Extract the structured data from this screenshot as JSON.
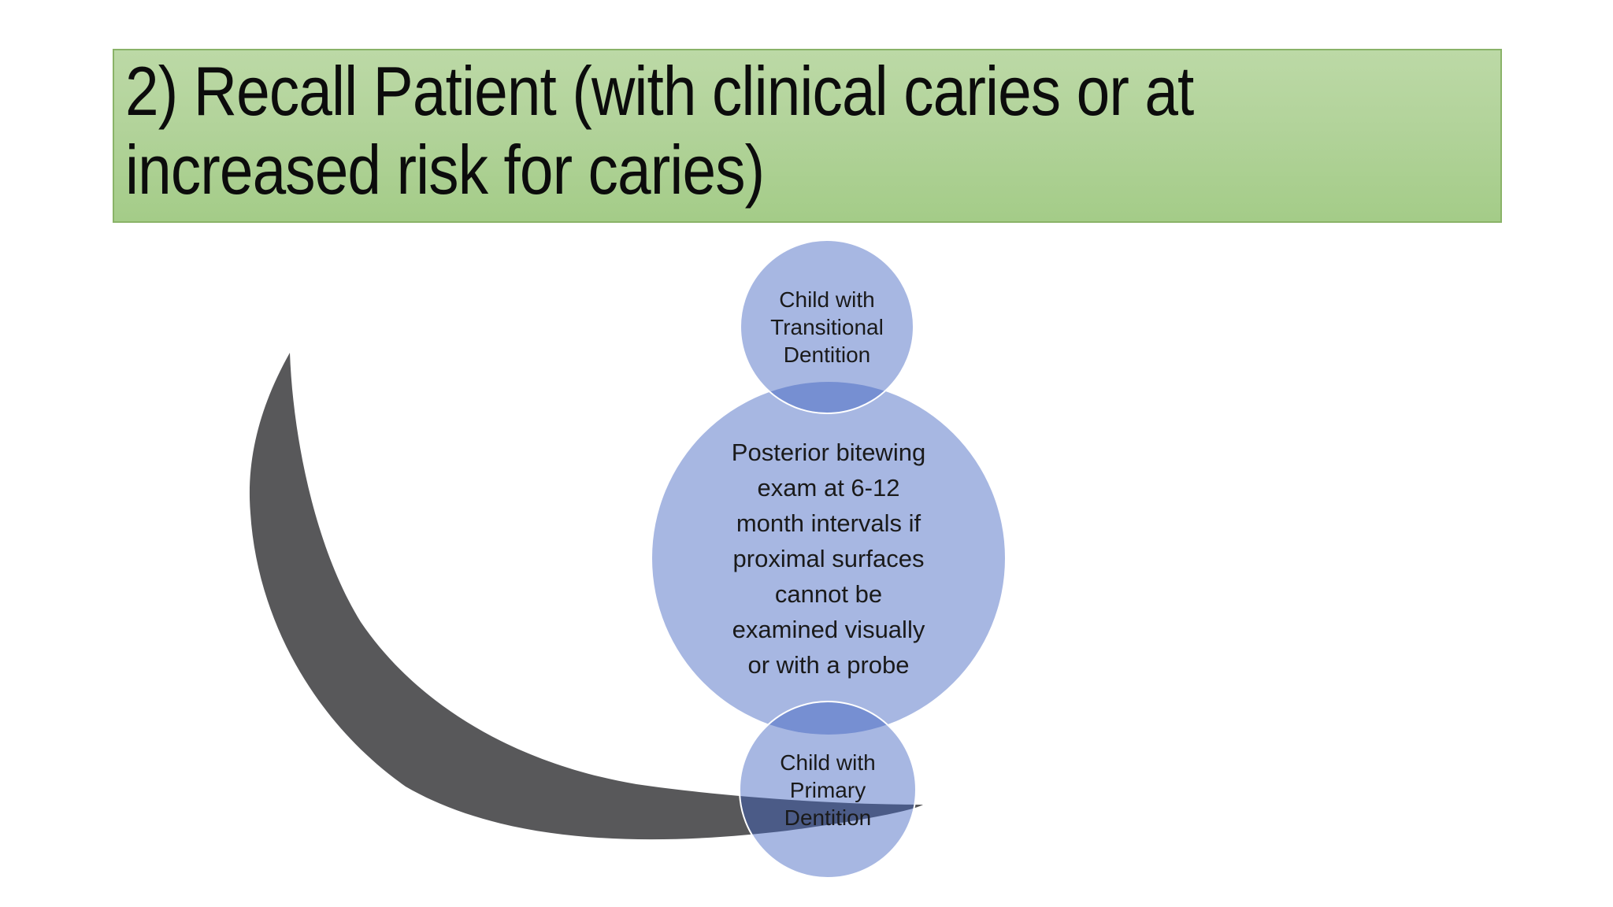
{
  "slide": {
    "title_lines": [
      "2) Recall Patient (with clinical caries or at",
      "increased risk for caries)"
    ],
    "colors": {
      "background": "#ffffff",
      "title_fill_top": "#bcd9a6",
      "title_fill_bottom": "#a4cc88",
      "title_border": "#8ab368",
      "title_text": "#0c0c0c",
      "circle_fill_rgba": "rgba(60,95,190,0.45)",
      "circle_fill_on_white": "#a8b8e0",
      "circle_overlap": "#7286c4",
      "circle_outline": "#ffffff",
      "swoosh_gray": "#58585a",
      "swoosh_under_circle": "#4b5c88",
      "diagram_text": "#1a1a1a"
    }
  },
  "diagram": {
    "type": "vertical-circle-process-with-swoosh",
    "nodes": {
      "top": {
        "lines": [
          "Child with",
          "Transitional",
          "Dentition"
        ]
      },
      "middle": {
        "lines": [
          "Posterior bitewing",
          "exam at 6-12",
          "month intervals if",
          "proximal surfaces",
          "cannot be",
          "examined visually",
          "or with a probe"
        ]
      },
      "bottom": {
        "lines": [
          "Child with",
          "Primary",
          "Dentition"
        ]
      }
    }
  }
}
